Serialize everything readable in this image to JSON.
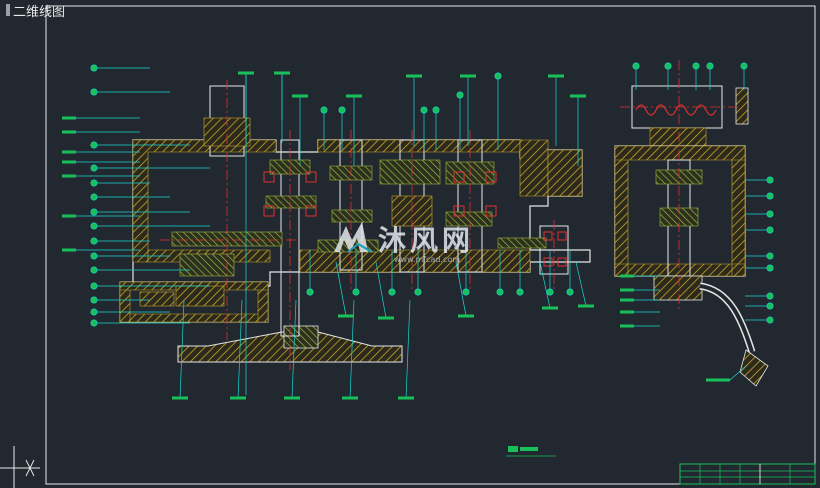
{
  "viewport": {
    "tab_label": "二维线图"
  },
  "watermark": {
    "brand": "沐风网",
    "url": "www.mfcad.com"
  },
  "colors": {
    "background": "#212830",
    "frame": "#e6e6e6",
    "hatch": "#c8a52a",
    "leader": "#19d6d0",
    "centerline": "#e03030",
    "part": "#ffffff"
  },
  "icons": {
    "ucs": "ucs-axis-icon",
    "logo": "mf-logo-icon"
  }
}
